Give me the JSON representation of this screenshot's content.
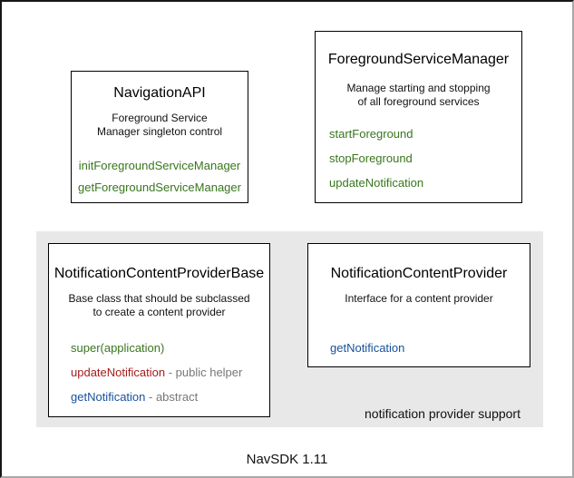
{
  "colors": {
    "green": "#38761d",
    "red": "#a51d1d",
    "blue": "#17519c",
    "muted": "#777777",
    "panel_bg": "#e8e8e8"
  },
  "footer": {
    "label": "NavSDK 1.11"
  },
  "panel": {
    "label": "notification provider support"
  },
  "boxes": {
    "navigation_api": {
      "title": "NavigationAPI",
      "description": [
        "Foreground Service",
        "Manager singleton control"
      ],
      "methods": [
        {
          "name": "initForegroundServiceManager"
        },
        {
          "name": "getForegroundServiceManager"
        }
      ]
    },
    "foreground_service_manager": {
      "title": "ForegroundServiceManager",
      "description": [
        "Manage starting and stopping",
        "of all foreground services"
      ],
      "methods": [
        {
          "name": "startForeground"
        },
        {
          "name": "stopForeground"
        },
        {
          "name": "updateNotification"
        }
      ]
    },
    "notification_content_provider_base": {
      "title": "NotificationContentProviderBase",
      "description": [
        "Base class that should be subclassed",
        "to create a content provider"
      ],
      "methods": [
        {
          "name": "super(application)",
          "suffix": ""
        },
        {
          "name": "updateNotification",
          "suffix": " - public helper"
        },
        {
          "name": "getNotification",
          "suffix": " - abstract"
        }
      ]
    },
    "notification_content_provider": {
      "title": "NotificationContentProvider",
      "description": [
        "Interface for a content provider"
      ],
      "methods": [
        {
          "name": "getNotification"
        }
      ]
    }
  }
}
